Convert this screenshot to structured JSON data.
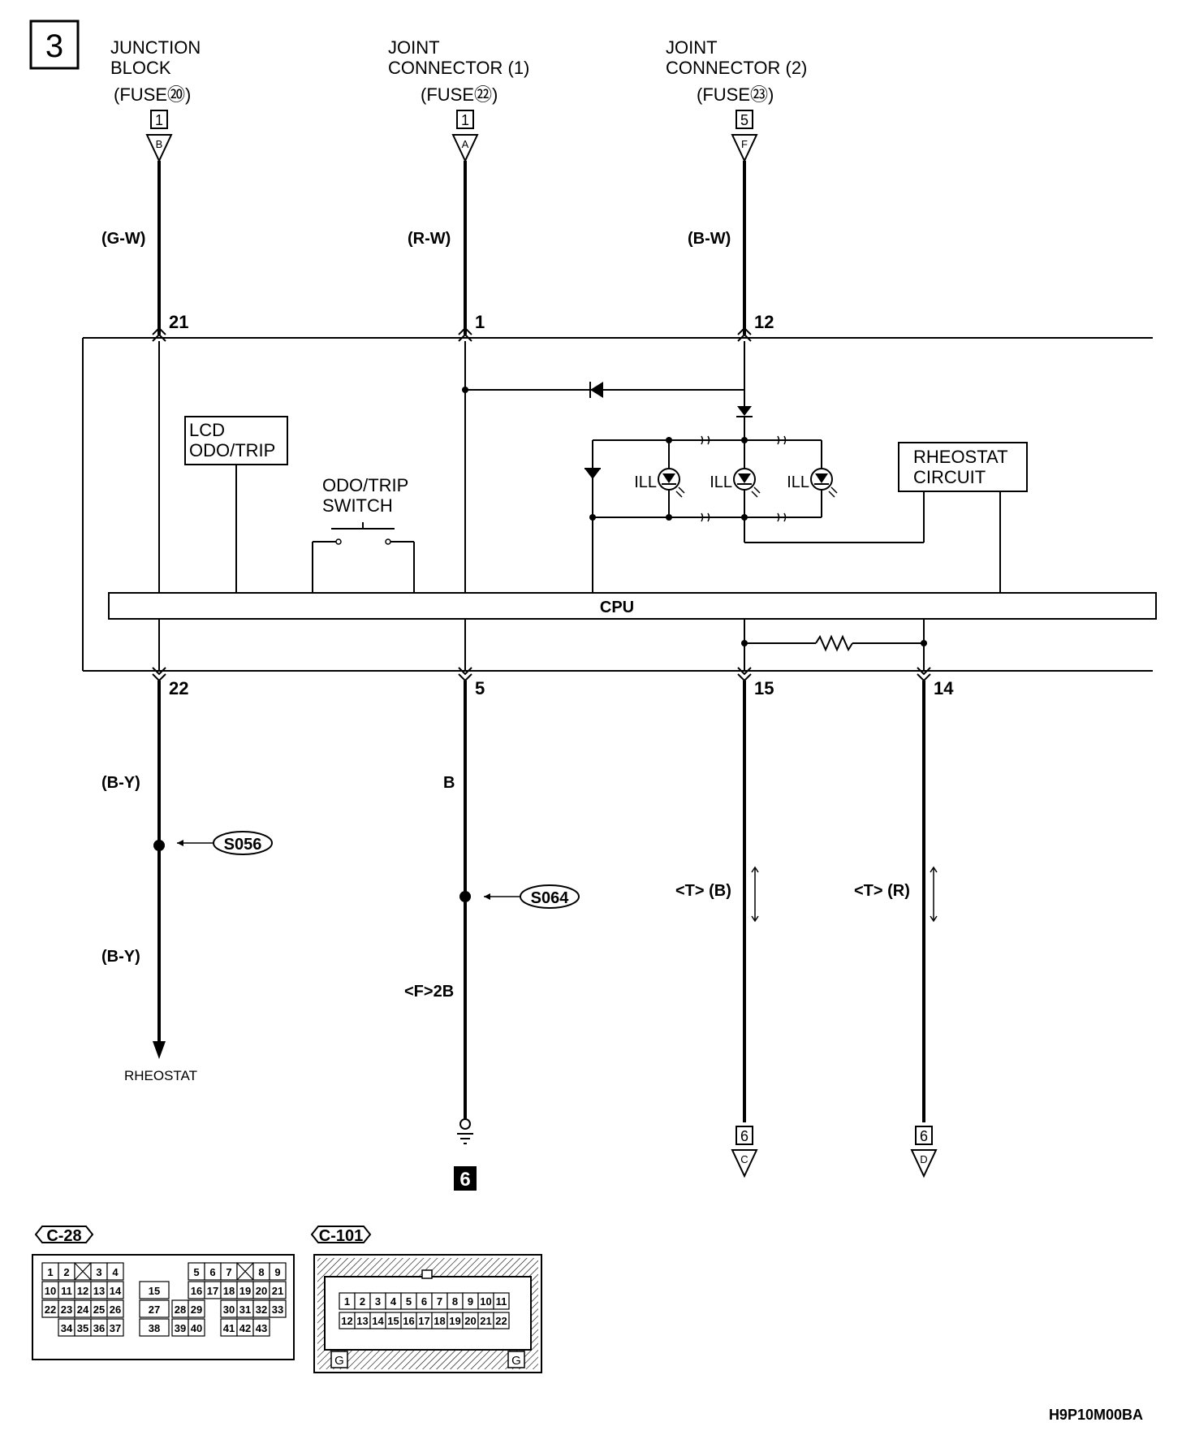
{
  "page_number": "3",
  "sources": {
    "junction_block": {
      "title1": "JUNCTION",
      "title2": "BLOCK",
      "fuse": "(FUSE⑳)",
      "box": "1",
      "conn": "B"
    },
    "joint_connector_1": {
      "title1": "JOINT",
      "title2": "CONNECTOR (1)",
      "fuse": "(FUSE㉒)",
      "box": "1",
      "conn": "A"
    },
    "joint_connector_2": {
      "title1": "JOINT",
      "title2": "CONNECTOR (2)",
      "fuse": "(FUSE㉓)",
      "box": "5",
      "conn": "F"
    }
  },
  "wires": {
    "w1_top": "(G-W)",
    "w2_top": "(R-W)",
    "w3_top": "(B-W)",
    "w1_bottom_a": "(B-Y)",
    "w1_bottom_b": "(B-Y)",
    "w2_bottom": "B",
    "w2_bottom_b": "<F>2B",
    "w3_bottom": "<T> (B)",
    "w4_bottom": "<T> (R)"
  },
  "pins": {
    "top": [
      "21",
      "1",
      "12"
    ],
    "bottom": [
      "22",
      "5",
      "15",
      "14"
    ]
  },
  "components": {
    "lcd_line1": "LCD",
    "lcd_line2": "ODO/TRIP",
    "switch_line1": "ODO/TRIP",
    "switch_line2": "SWITCH",
    "rheostat_line1": "RHEOSTAT",
    "rheostat_line2": "CIRCUIT",
    "cpu": "CPU",
    "ill": "ILL"
  },
  "splices": {
    "s1": "S056",
    "s2": "S064"
  },
  "destinations": {
    "rheostat": "RHEOSTAT",
    "ground": "6",
    "page_c": {
      "box": "6",
      "conn": "C"
    },
    "page_d": {
      "box": "6",
      "conn": "D"
    }
  },
  "connectors": {
    "c28": {
      "title": "C-28",
      "row1a": [
        "1",
        "2",
        "",
        "3",
        "4"
      ],
      "row1b": [
        "5",
        "6",
        "7",
        "",
        "8",
        "9"
      ],
      "row2a": [
        "10",
        "11",
        "12",
        "13",
        "14"
      ],
      "row2mid": [
        "15"
      ],
      "row2b": [
        "16",
        "17",
        "18",
        "19",
        "20",
        "21"
      ],
      "row3a": [
        "22",
        "23",
        "24",
        "25",
        "26"
      ],
      "row3mid": [
        "27",
        "28",
        "29"
      ],
      "row3b": [
        "30",
        "31",
        "32",
        "33"
      ],
      "row4a": [
        "34",
        "35",
        "36",
        "37"
      ],
      "row4mid": [
        "38",
        "39",
        "40"
      ],
      "row4b": [
        "41",
        "42",
        "43"
      ]
    },
    "c101": {
      "title": "C-101",
      "row1": [
        "1",
        "2",
        "3",
        "4",
        "5",
        "6",
        "7",
        "8",
        "9",
        "10",
        "11"
      ],
      "row2": [
        "12",
        "13",
        "14",
        "15",
        "16",
        "17",
        "18",
        "19",
        "20",
        "21",
        "22"
      ],
      "guide": "G"
    }
  },
  "diagram_code": "H9P10M00BA"
}
